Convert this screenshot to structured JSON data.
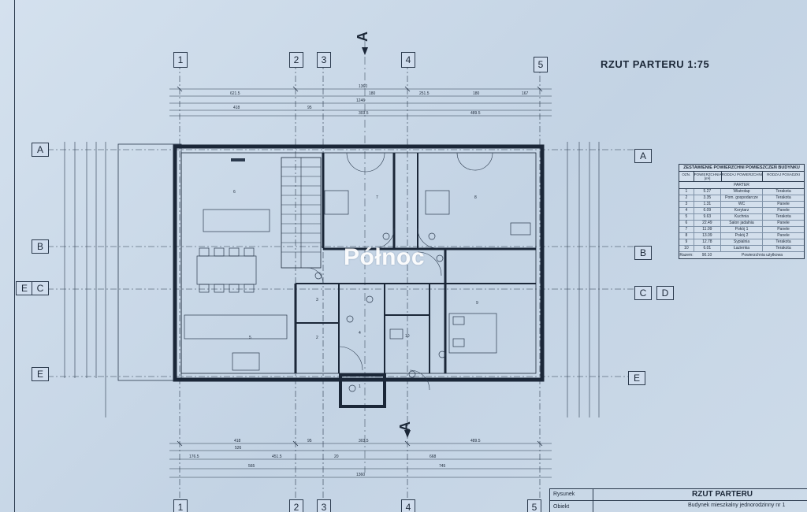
{
  "drawing": {
    "title": "RZUT PARTERU 1:75",
    "watermark": "Północ",
    "column_axes": [
      "1",
      "2",
      "3",
      "4",
      "5"
    ],
    "row_axes": [
      "A",
      "B",
      "C",
      "D",
      "E"
    ],
    "section_marker": "A",
    "top_dimensions": [
      "1360",
      "621.5",
      "180",
      "251.5",
      "180",
      "167",
      "1246",
      "418",
      "95",
      "303.5",
      "489.5"
    ],
    "bottom_dimensions": [
      "418",
      "95",
      "303.5",
      "489.5",
      "526",
      "451.5",
      "20",
      "668",
      "176.5",
      "565",
      "745",
      "1360"
    ],
    "room_numbers": [
      "6",
      "7",
      "8",
      "5",
      "4",
      "3",
      "2",
      "1",
      "9",
      "10"
    ]
  },
  "summary_table": {
    "title": "ZESTAWIENIE POWIERZCHNI POMIESZCZEŃ BUDYNKU",
    "columns": [
      "OZN.",
      "POWIERZCHNIA [m²]",
      "RODZAJ POWIERZCHNI",
      "RODZAJ POSADZKI"
    ],
    "section": "PARTER",
    "rows": [
      [
        "1",
        "5.27",
        "Wiatrołap",
        "Terakota"
      ],
      [
        "2",
        "3.35",
        "Pom. gospodarcze",
        "Terakota"
      ],
      [
        "3",
        "1.31",
        "WC",
        "Panele"
      ],
      [
        "4",
        "6.09",
        "Korytarz",
        "Panele"
      ],
      [
        "5",
        "9.63",
        "Kuchnia",
        "Terakota"
      ],
      [
        "6",
        "22.49",
        "Salon jadalnia",
        "Panele"
      ],
      [
        "7",
        "11.09",
        "Pokój 1",
        "Panele"
      ],
      [
        "8",
        "13.09",
        "Pokój 2",
        "Panele"
      ],
      [
        "9",
        "12.78",
        "Sypialnia",
        "Terakota"
      ],
      [
        "10",
        "6.01",
        "Łazienka",
        "Terakota"
      ]
    ],
    "total_label": "Razem:",
    "total_value": "90.10",
    "total_note": "Powierzchnia użytkowa"
  },
  "title_block": {
    "rysunek_label": "Rysunek",
    "rysunek_value": "RZUT PARTERU",
    "obiekt_label": "Obiekt",
    "obiekt_value": "Budynek mieszkalny jednorodzinny nr 1"
  }
}
